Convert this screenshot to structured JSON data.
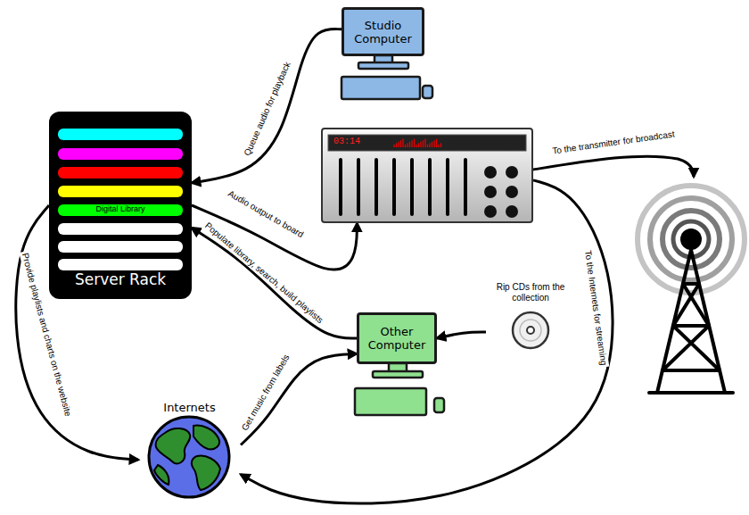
{
  "diagram": {
    "nodes": [
      {
        "text": [
          "Studio Computer"
        ]
      },
      {
        "text": [
          "Digital Library",
          "Server Rack"
        ]
      },
      {
        "text": [
          "03:14"
        ]
      },
      {
        "text": [
          "Other Computer"
        ]
      },
      {
        "text": [
          "Rip CDs from the collection"
        ]
      },
      {
        "text": [
          "Internets"
        ]
      }
    ],
    "edges": [
      {
        "from": 0,
        "to": 1,
        "label": "Queue audio for playback",
        "arrow": "to"
      },
      {
        "from": 1,
        "to": 2,
        "label": "Audio output to board",
        "arrow": "to"
      },
      {
        "from": 3,
        "to": 1,
        "label": "Populate library, search, build playlists",
        "arrow": "to"
      },
      {
        "from": 1,
        "to": 5,
        "label": "Provide playlists and charts on the website",
        "arrow": "to"
      },
      {
        "from": 5,
        "to": 3,
        "label": "Get music from labels",
        "arrow": "to"
      },
      {
        "from": 4,
        "to": 3,
        "arrow": "to"
      },
      {
        "from": 2,
        "to": 5,
        "label": "To the Internets for streaming",
        "arrow": "to"
      }
    ],
    "labels": [
      "To the transmitter for broadcast"
    ]
  }
}
